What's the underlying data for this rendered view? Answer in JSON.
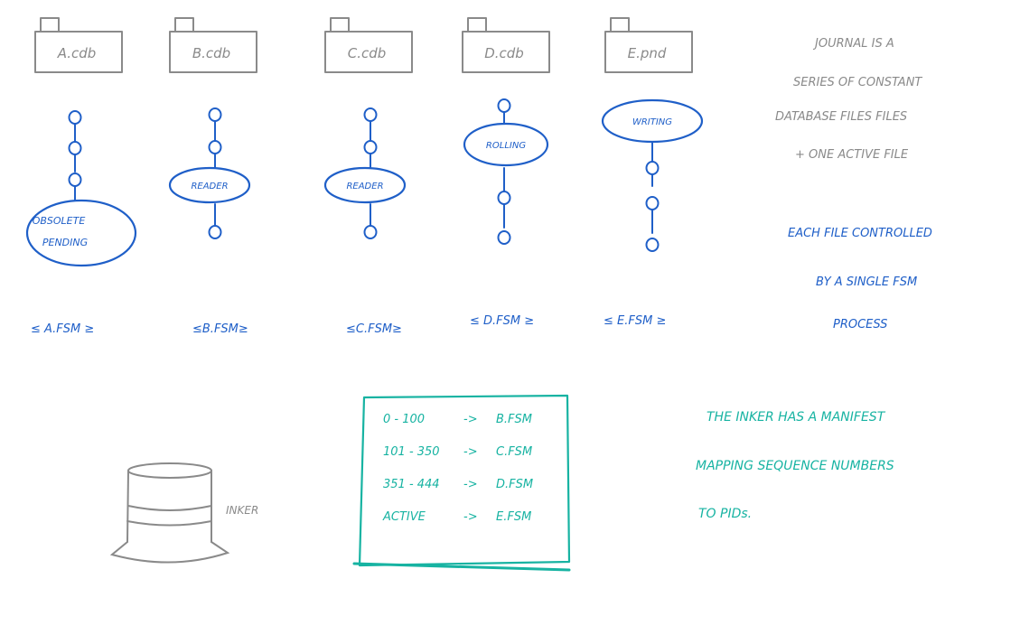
{
  "files": [
    {
      "name": "A.cdb",
      "fsm": "≤ A.FSM ≥",
      "state": "OBSOLETE\nPENDING",
      "kind": "obsolete"
    },
    {
      "name": "B.cdb",
      "fsm": "≤B.FSM≥",
      "state": "READER",
      "kind": "reader"
    },
    {
      "name": "C.cdb",
      "fsm": "≤C.FSM≥",
      "state": "READER",
      "kind": "reader"
    },
    {
      "name": "D.cdb",
      "fsm": "≤ D.FSM ≥",
      "state": "ROLLING",
      "kind": "rolling"
    },
    {
      "name": "E.pnd",
      "fsm": "≤ E.FSM ≥",
      "state": "WRITING",
      "kind": "writing"
    }
  ],
  "notes": {
    "journal": [
      "JOURNAL IS A",
      "SERIES OF CONSTANT",
      "DATABASE FILES FILES",
      "+ ONE ACTIVE FILE"
    ],
    "fsm": [
      "EACH FILE CONTROLLED",
      "BY A SINGLE FSM",
      "PROCESS"
    ],
    "inker": [
      "THE INKER HAS A MANIFEST",
      "MAPPING SEQUENCE NUMBERS",
      "TO PIDs."
    ]
  },
  "inker": {
    "label": "INKER"
  },
  "manifest": {
    "rows": [
      {
        "range": "0 - 100",
        "arrow": "->",
        "target": "B.FSM"
      },
      {
        "range": "101 - 350",
        "arrow": "->",
        "target": "C.FSM"
      },
      {
        "range": "351 - 444",
        "arrow": "->",
        "target": "D.FSM"
      },
      {
        "range": "ACTIVE",
        "arrow": "->",
        "target": "E.FSM"
      }
    ]
  },
  "colors": {
    "grey": "#8a8a8a",
    "blue": "#1f5fc8",
    "teal": "#17b3a2"
  }
}
